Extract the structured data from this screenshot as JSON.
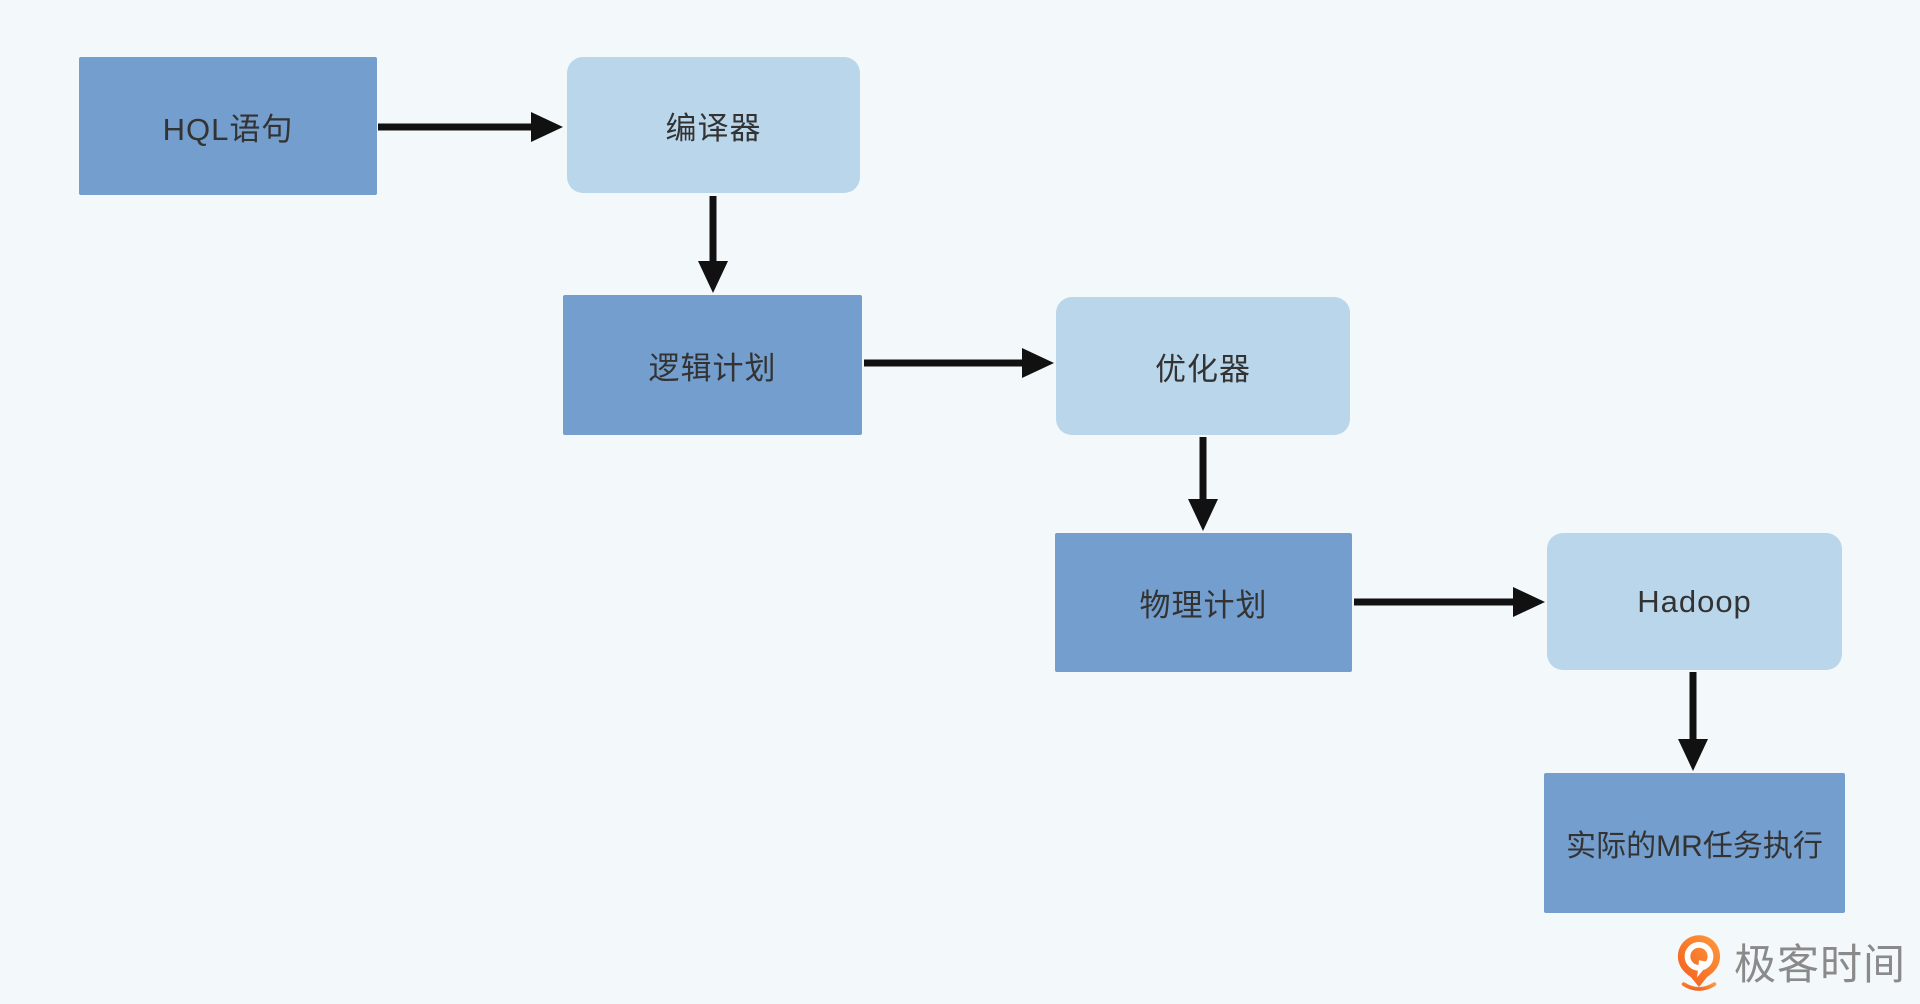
{
  "diagram": {
    "title": "HQL execution flow",
    "background_color": "#F3F8FB",
    "colors": {
      "node_primary": "#739ECD",
      "node_secondary": "#BAD6EB",
      "node_text": "#333333",
      "arrow": "#111111",
      "brand_text": "#8A8A8A",
      "brand_orange_light": "#FF9A3C",
      "brand_orange_dark": "#F25C1C"
    },
    "nodes": [
      {
        "id": "hql",
        "label": "HQL语句",
        "style": "primary",
        "shape": "rectangle"
      },
      {
        "id": "compiler",
        "label": "编译器",
        "style": "secondary",
        "shape": "rounded"
      },
      {
        "id": "logical-plan",
        "label": "逻辑计划",
        "style": "primary",
        "shape": "rectangle"
      },
      {
        "id": "optimizer",
        "label": "优化器",
        "style": "secondary",
        "shape": "rounded"
      },
      {
        "id": "physical-plan",
        "label": "物理计划",
        "style": "primary",
        "shape": "rectangle"
      },
      {
        "id": "hadoop",
        "label": "Hadoop",
        "style": "secondary",
        "shape": "rounded"
      },
      {
        "id": "mr-execution",
        "label": "实际的MR任务执行",
        "style": "primary",
        "shape": "rectangle"
      }
    ],
    "edges": [
      {
        "from": "hql",
        "to": "compiler",
        "direction": "right"
      },
      {
        "from": "compiler",
        "to": "logical-plan",
        "direction": "down"
      },
      {
        "from": "logical-plan",
        "to": "optimizer",
        "direction": "right"
      },
      {
        "from": "optimizer",
        "to": "physical-plan",
        "direction": "down"
      },
      {
        "from": "physical-plan",
        "to": "hadoop",
        "direction": "right"
      },
      {
        "from": "hadoop",
        "to": "mr-execution",
        "direction": "down"
      }
    ]
  },
  "brand": {
    "name": "极客时间"
  }
}
